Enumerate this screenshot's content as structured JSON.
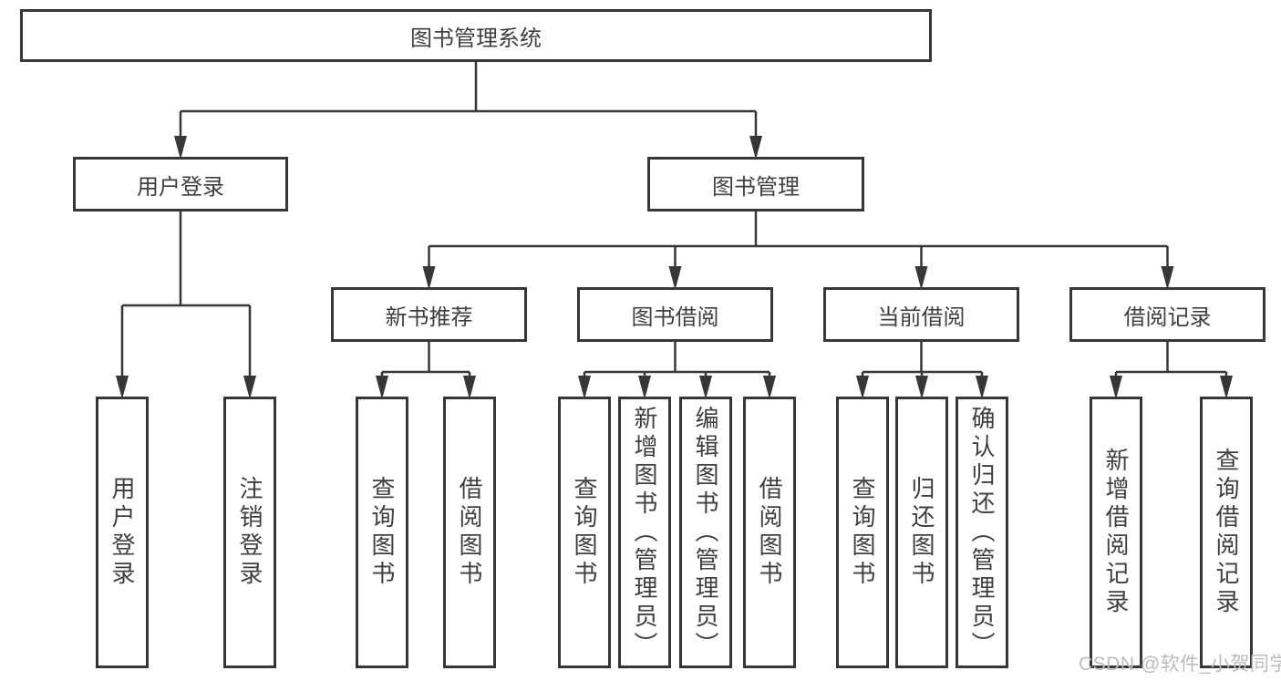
{
  "tree": {
    "root": "图书管理系统",
    "branches": [
      {
        "label": "用户登录",
        "children": [
          "用户登录",
          "注销登录"
        ]
      },
      {
        "label": "图书管理",
        "groups": [
          {
            "label": "新书推荐",
            "children": [
              "查询图书",
              "借阅图书"
            ]
          },
          {
            "label": "图书借阅",
            "children": [
              "查询图书",
              "新增图书（管理员）",
              "编辑图书（管理员）",
              "借阅图书"
            ]
          },
          {
            "label": "当前借阅",
            "children": [
              "查询图书",
              "归还图书",
              "确认归还（管理员）"
            ]
          },
          {
            "label": "借阅记录",
            "children": [
              "新增借阅记录",
              "查询借阅记录"
            ]
          }
        ]
      }
    ]
  },
  "watermark": "CSDN @软件_小贺同学",
  "colors": {
    "line": "#373737",
    "text": "#3d4043",
    "watermark": "#b9bdc1",
    "background": "#ffffff"
  }
}
